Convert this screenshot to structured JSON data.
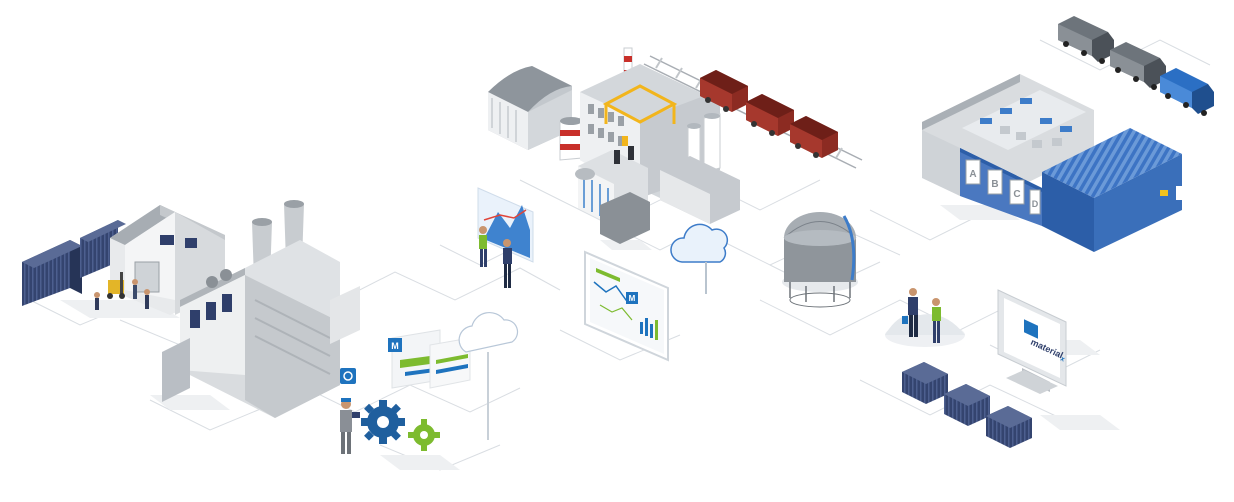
{
  "illustration": {
    "brand": {
      "logo_mark": "materialx-logo",
      "monitor_text": "material",
      "monitor_subscript": "x"
    },
    "warehouse_letters": [
      "A",
      "B",
      "C",
      "D"
    ],
    "icons": [
      "factory-icon",
      "power-plant-icon",
      "railway-freight-icon",
      "truck-convoy-icon",
      "warehouse-icon",
      "storage-tank-icon",
      "cloud-icon",
      "dashboard-tablet-icon",
      "analytics-chart-icon",
      "gears-icon",
      "business-handshake-icon",
      "shipping-container-icon",
      "computer-monitor-icon"
    ],
    "colors": {
      "brand_blue": "#1e73be",
      "gear_blue": "#1f5f9e",
      "gear_green": "#7dbb2f",
      "grid_line": "#d9dde2",
      "building_grey": "#b9bec4",
      "building_dark": "#7b828a",
      "container_navy": "#2f3f6b",
      "railcar_red": "#8c2b22",
      "chimney_red": "#c8302a",
      "truck_blue": "#2b6fc4"
    }
  }
}
